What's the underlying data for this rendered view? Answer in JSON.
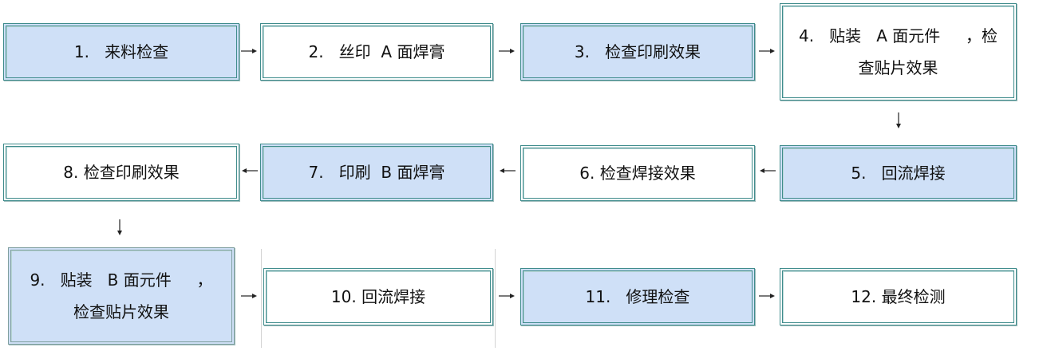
{
  "steps": [
    {
      "label": "1.   来料检查",
      "fill": "blue"
    },
    {
      "label": "2.   丝印  A 面焊膏",
      "fill": "white"
    },
    {
      "label": "3.   检查印刷效果",
      "fill": "blue"
    },
    {
      "label": "4.   贴装   A 面元件     ，检\n查贴片效果",
      "fill": "white"
    },
    {
      "label": "5.   回流焊接",
      "fill": "blue"
    },
    {
      "label": "6. 检查焊接效果",
      "fill": "white"
    },
    {
      "label": "7.   印刷  B 面焊膏",
      "fill": "blue"
    },
    {
      "label": "8. 检查印刷效果",
      "fill": "white"
    },
    {
      "label": "9.   贴装   B 面元件     ，\n检查贴片效果",
      "fill": "blue"
    },
    {
      "label": "10. 回流焊接",
      "fill": "white"
    },
    {
      "label": "11.   修理检查",
      "fill": "blue"
    },
    {
      "label": "12. 最终检测",
      "fill": "white"
    }
  ],
  "colors": {
    "step_fill_blue": "#cfe0f7",
    "step_border": "#3f8c8c",
    "arrow": "#222222"
  }
}
